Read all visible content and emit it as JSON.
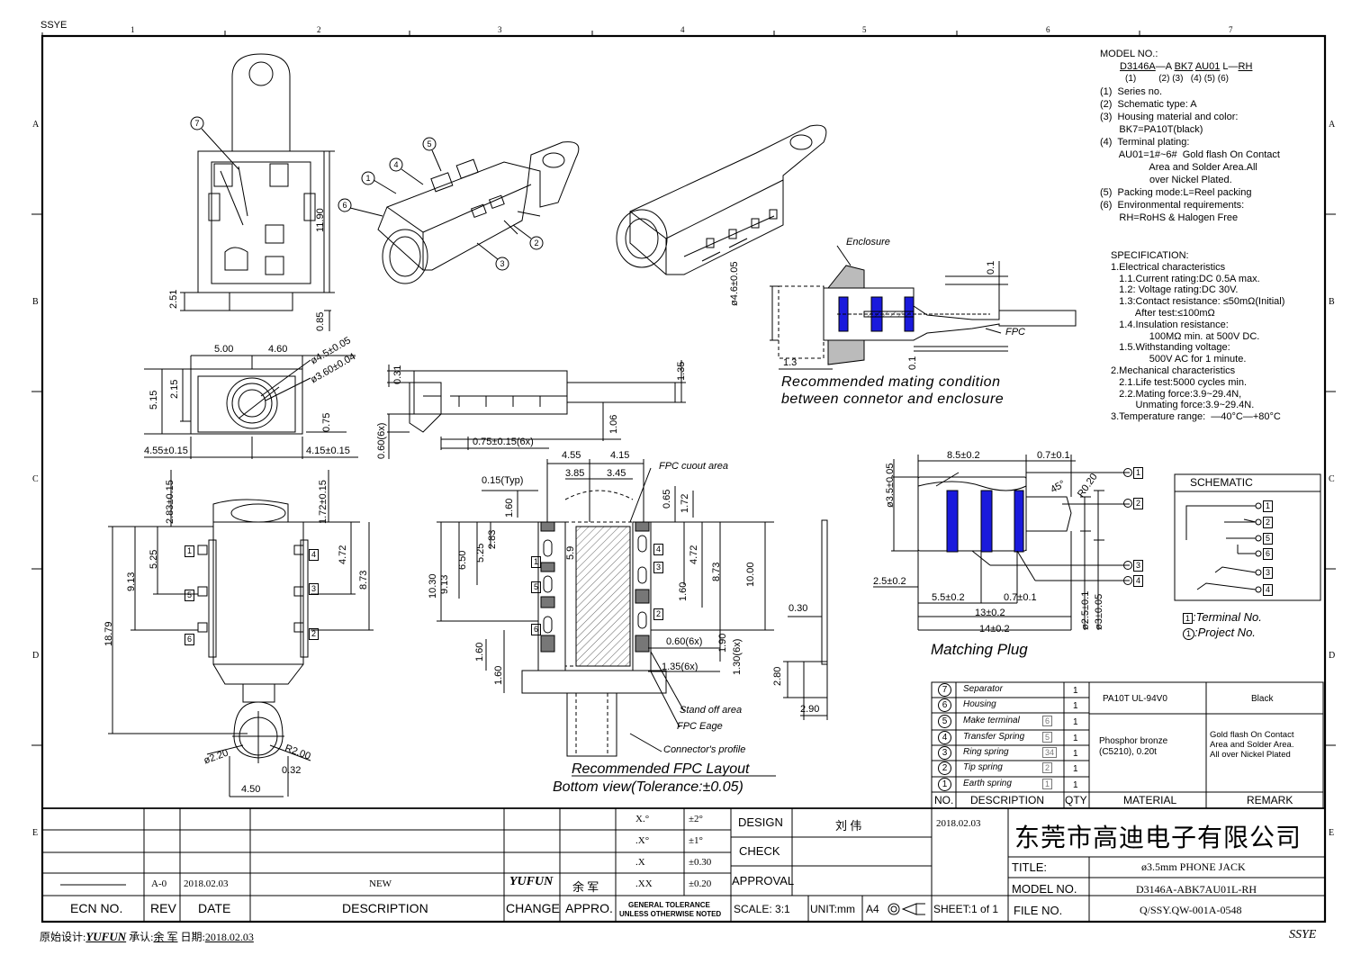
{
  "header": {
    "partial_label": "SSYE"
  },
  "grid": {
    "columns": [
      "1",
      "2",
      "3",
      "4",
      "5",
      "6",
      "7"
    ],
    "rows": [
      "A",
      "B",
      "C",
      "D",
      "E"
    ]
  },
  "model": {
    "label": "MODEL NO.:",
    "code_main": "D3146A",
    "code_dash": "—A",
    "code_bk7": "BK7",
    "code_au01": "AU01",
    "code_l": "L—",
    "code_rh": "RH",
    "index_line": "(1)         (2) (3)   (4) (5) (6)",
    "lines": [
      "(1)  Series no.",
      "(2)  Schematic type: A",
      "(3)  Housing material and color:",
      "       BK7=PA10T(black)",
      "(4)  Terminal plating:",
      "       AU01=1#~6#  Gold flash On Contact",
      "                  Area and Solder Area.All",
      "                  over Nickel Plated.",
      "(5)  Packing mode:L=Reel packing",
      "(6)  Environmental requirements:",
      "       RH=RoHS & Halogen Free"
    ]
  },
  "spec": {
    "lines": [
      "SPECIFICATION:",
      "1.Electrical characteristics",
      "   1.1.Current rating:DC 0.5A max.",
      "   1.2: Voltage rating:DC 30V.",
      "   1.3:Contact resistance: ≤50mΩ(Initial)",
      "         After test:≤100mΩ",
      "   1.4.Insulation resistance:",
      "              100MΩ min. at 500V DC.",
      "   1.5.Withstanding voltage:",
      "              500V AC for 1 minute.",
      "2.Mechanical characteristics",
      "   2.1.Life test:5000 cycles min.",
      "   2.2.Mating force:3.9~29.4N,",
      "         Unmating force:3.9~29.4N.",
      "3.Temperature range:  —40°C—+80°C"
    ]
  },
  "mating": {
    "enclosure": "Enclosure",
    "fpc": "FPC",
    "dim_dia": "ø4.6±0.05",
    "dim_13": "1.3",
    "dim_01_top": "0.1",
    "dim_01_bot": "0.1",
    "caption1": "Recommended mating condition",
    "caption2": "between connetor and enclosure"
  },
  "schematic": {
    "title": "SCHEMATIC",
    "pins": [
      "1",
      "2",
      "5",
      "6",
      "3",
      "4"
    ],
    "legend_terminal": ":Terminal No.",
    "legend_terminal_box": "1",
    "legend_project": ":Project No.",
    "legend_project_circle": "1"
  },
  "plug": {
    "dims": [
      "ø3.5±0.05",
      "8.5±0.2",
      "0.7±0.1",
      "45°",
      "R0.20",
      "2.5±0.2",
      "5.5±0.2",
      "0.7±0.1",
      "13±0.2",
      "14±0.2",
      "ø2.5±0.1",
      "ø3±0.05"
    ],
    "terminals": [
      "1",
      "2",
      "3",
      "4"
    ],
    "caption": "Matching Plug"
  },
  "views": {
    "top_dims": [
      "11.90",
      "2.51",
      "0.85"
    ],
    "iso_labels": [
      "7",
      "5",
      "4",
      "1",
      "6",
      "2",
      "3"
    ],
    "front_dims": [
      "5.00",
      "4.60",
      "ø4.5±0.05",
      "ø3.60±0.04",
      "5.15",
      "2.15",
      "0.75",
      "4.55±0.15",
      "4.15±0.15"
    ],
    "side_dims": [
      "0.31",
      "1.35",
      "1.06",
      "0.75±0.15(6x)",
      "0.60(6x)"
    ],
    "bottom_dims": [
      "2.83±0.15",
      "1.72±0.15",
      "5.25",
      "4.72",
      "9.13",
      "8.73",
      "18.79",
      "ø2.20",
      "R2.00",
      "0.32",
      "4.50"
    ],
    "bottom_pins_left": [
      "1",
      "5",
      "6"
    ],
    "bottom_pins_right": [
      "4",
      "3",
      "2"
    ],
    "fpc_dims": [
      "4.55",
      "4.15",
      "3.85",
      "3.45",
      "0.15(Typ)",
      "1.60",
      "2.83",
      "5.25",
      "6.50",
      "9.13",
      "10.30",
      "5.9",
      "0.65",
      "1.72",
      "4.72",
      "8.73",
      "10.00",
      "1.60",
      "0.60(6x)",
      "1.35(6x)",
      "1.30(6x)",
      "1.90",
      "1.60",
      "1.60"
    ],
    "fpc_pins": [
      "1",
      "5",
      "6",
      "4",
      "3",
      "2"
    ],
    "fpc_labels": {
      "cutout": "FPC cuout area",
      "standoff": "Stand off area",
      "edge": "FPC Eage",
      "profile": "Connector's profile",
      "caption1": "Recommended FPC Layout",
      "caption2": "Bottom view(Tolerance:±0.05)"
    },
    "fpc_side_dims": [
      "0.30",
      "2.80",
      "2.90"
    ]
  },
  "bom": {
    "rows": [
      {
        "no": "7",
        "desc": "Separator",
        "term": "",
        "qty": "1"
      },
      {
        "no": "6",
        "desc": "Housing",
        "term": "",
        "qty": "1"
      },
      {
        "no": "5",
        "desc": "Make terminal",
        "term": "6",
        "qty": "1"
      },
      {
        "no": "4",
        "desc": "Transfer Spring",
        "term": "5",
        "qty": "1"
      },
      {
        "no": "3",
        "desc": "Ring spring",
        "term": "34",
        "qty": "1"
      },
      {
        "no": "2",
        "desc": "Tip spring",
        "term": "2",
        "qty": "1"
      },
      {
        "no": "1",
        "desc": "Earth spring",
        "term": "1",
        "qty": "1"
      }
    ],
    "mat1": "PA10T UL-94V0",
    "rem1": "Black",
    "mat2a": "Phosphor bronze",
    "mat2b": "(C5210), 0.20t",
    "rem2a": "Gold flash On Contact",
    "rem2b": "Area and Solder Area.",
    "rem2c": "All over Nickel Plated",
    "headers": [
      "NO.",
      "DESCRIPTION",
      "QTY",
      "MATERIAL",
      "REMARK"
    ]
  },
  "title_block": {
    "tol_rows": [
      [
        "X.°",
        "±2°"
      ],
      [
        ".X°",
        "±1°"
      ],
      [
        ".X",
        "±0.30"
      ],
      [
        ".XX",
        "±0.20"
      ]
    ],
    "general_tol": "GENERAL TOLERANCE",
    "unless": "UNLESS OTHERWISE NOTED",
    "design": "DESIGN",
    "check": "CHECK",
    "approval": "APPROVAL",
    "designer": "刘 伟",
    "design_date": "2018.02.03",
    "company": "东莞市高迪电子有限公司",
    "title_label": "TITLE:",
    "title_value": "ø3.5mm PHONE JACK",
    "model_label": "MODEL NO.",
    "model_value": "D3146A-ABK7AU01L-RH",
    "file_label": "FILE NO.",
    "file_value": "Q/SSY.QW-001A-0548",
    "scale": "SCALE: 3:1",
    "unit": "UNIT:mm",
    "a4": "A4",
    "sheet": "SHEET:1 of 1",
    "rev_row": {
      "rev": "A-0",
      "date": "2018.02.03",
      "desc": "NEW",
      "change": "YUFUN",
      "appro": "余 军"
    },
    "headers": {
      "ecn": "ECN NO.",
      "rev": "REV",
      "date": "DATE",
      "desc": "DESCRIPTION",
      "change": "CHANGE",
      "appro": "APPRO."
    }
  },
  "footer": {
    "designer_label": "原始设计:",
    "designer": "YUFUN",
    "approver_label": "承认:",
    "approver": "余 军",
    "date_label": "日期:",
    "date": "2018.02.03",
    "brand": "SSYE"
  }
}
